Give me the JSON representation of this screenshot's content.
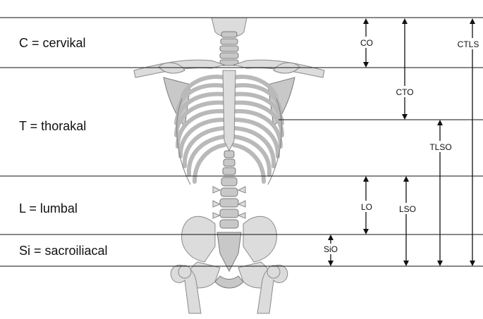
{
  "regions": [
    {
      "id": "cervical",
      "label": "C = cervikal"
    },
    {
      "id": "thoracic",
      "label": "T = thorakal"
    },
    {
      "id": "lumbar",
      "label": "L = lumbal"
    },
    {
      "id": "sacroiliac",
      "label": "Si = sacroiliacal"
    }
  ],
  "orthoses": [
    {
      "id": "co",
      "label": "CO",
      "spans": [
        "cervical"
      ]
    },
    {
      "id": "cto",
      "label": "CTO",
      "spans": [
        "cervical",
        "upper-thoracic"
      ]
    },
    {
      "id": "tlso",
      "label": "TLSO",
      "spans": [
        "lower-thoracic",
        "lumbar",
        "sacroiliac"
      ]
    },
    {
      "id": "ctls",
      "label": "CTLS",
      "spans": [
        "cervical",
        "thoracic",
        "lumbar",
        "sacroiliac"
      ]
    },
    {
      "id": "lo",
      "label": "LO",
      "spans": [
        "lumbar"
      ]
    },
    {
      "id": "lso",
      "label": "LSO",
      "spans": [
        "lumbar",
        "sacroiliac"
      ]
    },
    {
      "id": "sio",
      "label": "SiO",
      "spans": [
        "sacroiliac"
      ]
    }
  ],
  "colors": {
    "line": "#111111",
    "bone": "#dcdcdc",
    "bone_outline": "#8a8a8a"
  },
  "illustration": "skeleton-torso-front-view"
}
